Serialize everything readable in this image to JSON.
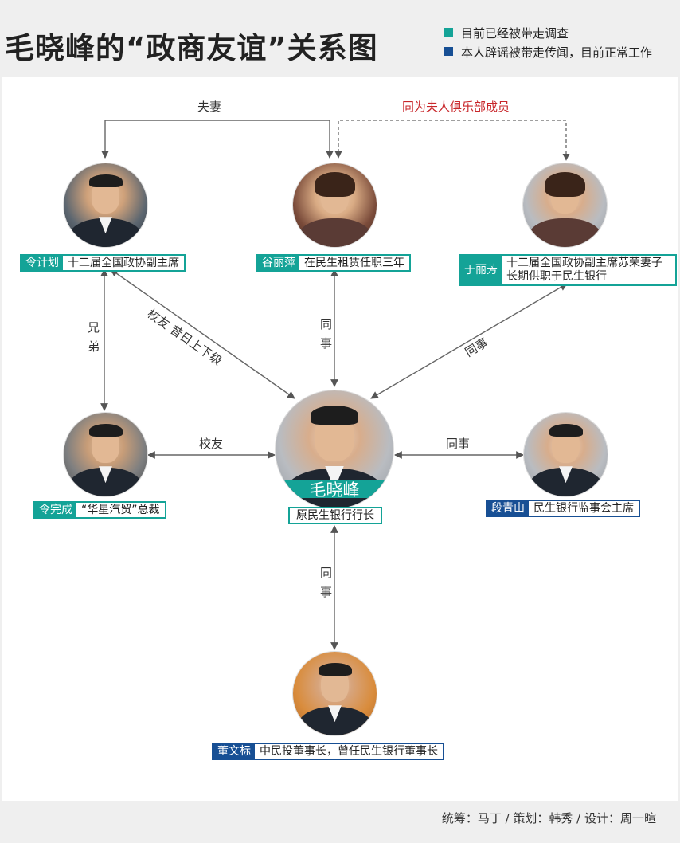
{
  "title": "毛晓峰的“政商友谊”关系图",
  "colors": {
    "teal": "#14a397",
    "blue": "#174f94",
    "red": "#c8262a"
  },
  "legend": [
    {
      "color": "#14a397",
      "text": "目前已经被带走调查"
    },
    {
      "color": "#174f94",
      "text": "本人辟谣被带走传闻，目前正常工作"
    }
  ],
  "people": {
    "ling_jihua": {
      "name": "令计划",
      "desc": "十二届全国政协副主席",
      "status": "teal"
    },
    "gu_liping": {
      "name": "谷丽萍",
      "desc": "在民生租赁任职三年",
      "status": "teal"
    },
    "yu_lifang": {
      "name": "于丽芳",
      "desc": "十二届全国政协副主席苏荣妻子长期供职于民生银行",
      "status": "teal"
    },
    "ling_wancheng": {
      "name": "令完成",
      "desc": "“华星汽贸”总裁",
      "status": "teal"
    },
    "mao_xiaofeng": {
      "name": "毛晓峰",
      "desc": "原民生银行行长",
      "status": "teal"
    },
    "duan_qingshan": {
      "name": "段青山",
      "desc": "民生银行监事会主席",
      "status": "blue"
    },
    "dong_wenbiao": {
      "name": "董文标",
      "desc": "中民投董事长，曾任民生银行董事长",
      "status": "blue"
    }
  },
  "relations": {
    "fuqi": "夫妻",
    "furen_club": "同为夫人俱乐部成员",
    "xiongdi_1": "兄",
    "xiongdi_2": "弟",
    "xiaoyou_shangxia": "校友 昔日上下级",
    "tongshi_gu_1": "同",
    "tongshi_gu_2": "事",
    "tongshi_yu": "同事",
    "xiaoyou": "校友",
    "tongshi_duan": "同事",
    "tongshi_dong_1": "同",
    "tongshi_dong_2": "事"
  },
  "credits": "统筹：马丁 / 策划：韩秀 / 设计：周一暄"
}
